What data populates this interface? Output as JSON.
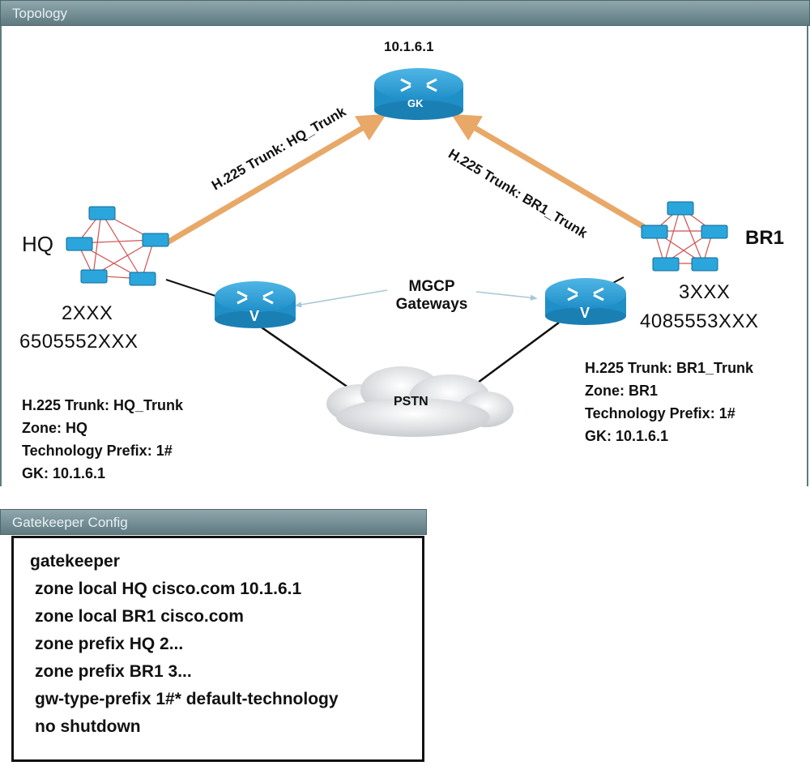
{
  "panels": {
    "topology_title": "Topology",
    "config_title": "Gatekeeper Config"
  },
  "gatekeeper": {
    "ip": "10.1.6.1",
    "icon_label": "GK"
  },
  "hq": {
    "name": "HQ",
    "extension_range": "2XXX",
    "did_range": "6505552XXX",
    "info": [
      "H.225 Trunk: HQ_Trunk",
      "Zone: HQ",
      "Technology Prefix: 1#",
      "GK: 10.1.6.1"
    ]
  },
  "br1": {
    "name": "BR1",
    "extension_range": "3XXX",
    "did_range": "4085553XXX",
    "info": [
      "H.225 Trunk: BR1_Trunk",
      "Zone: BR1",
      "Technology Prefix: 1#",
      "GK: 10.1.6.1"
    ]
  },
  "links": {
    "hq_trunk_label": "H.225 Trunk: HQ_Trunk",
    "br1_trunk_label": "H.225 Trunk: BR1_Trunk",
    "mgcp_label_line1": "MGCP",
    "mgcp_label_line2": "Gateways",
    "pstn_label": "PSTN",
    "gateway_icon_label": "V"
  },
  "config_lines": [
    "gatekeeper",
    "zone local HQ cisco.com 10.1.6.1",
    "zone local BR1 cisco.com",
    "zone prefix HQ 2...",
    "zone prefix BR1 3...",
    "gw-type-prefix 1#* default-technology",
    "no shutdown"
  ],
  "colors": {
    "trunk_arrow": "#e8a868",
    "router_blue": "#1f8fc8",
    "switch_blue": "#2aa6dc",
    "mesh_red": "#d05050",
    "mgcp_arrow": "#a8c8d8",
    "title_bar": "#6f8a91"
  }
}
